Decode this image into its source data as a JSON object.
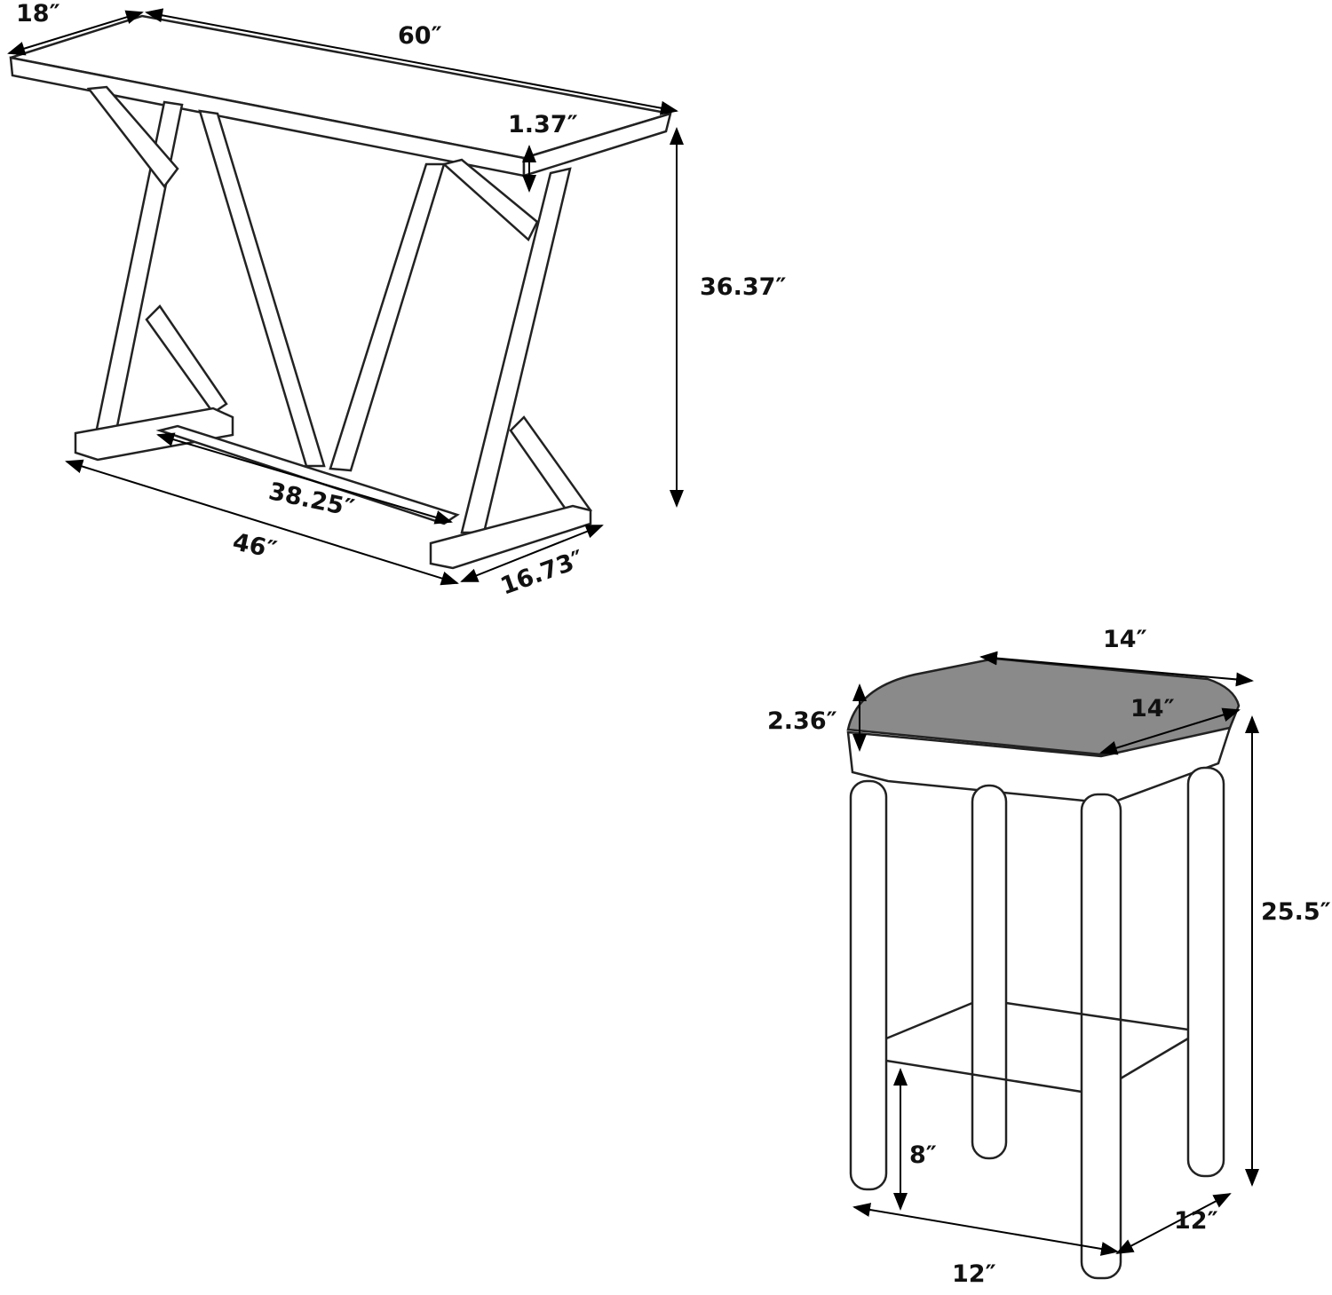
{
  "table": {
    "depth_top": "18″",
    "length": "60″",
    "top_thickness": "1.37″",
    "height": "36.37″",
    "stretcher_length": "38.25″",
    "base_length": "46″",
    "base_depth": "16.73″"
  },
  "stool": {
    "seat_width": "14″",
    "seat_depth": "14″",
    "seat_thickness": "2.36″",
    "height": "25.5″",
    "footrest_height": "8″",
    "base_width": "12″",
    "base_depth": "12″"
  }
}
